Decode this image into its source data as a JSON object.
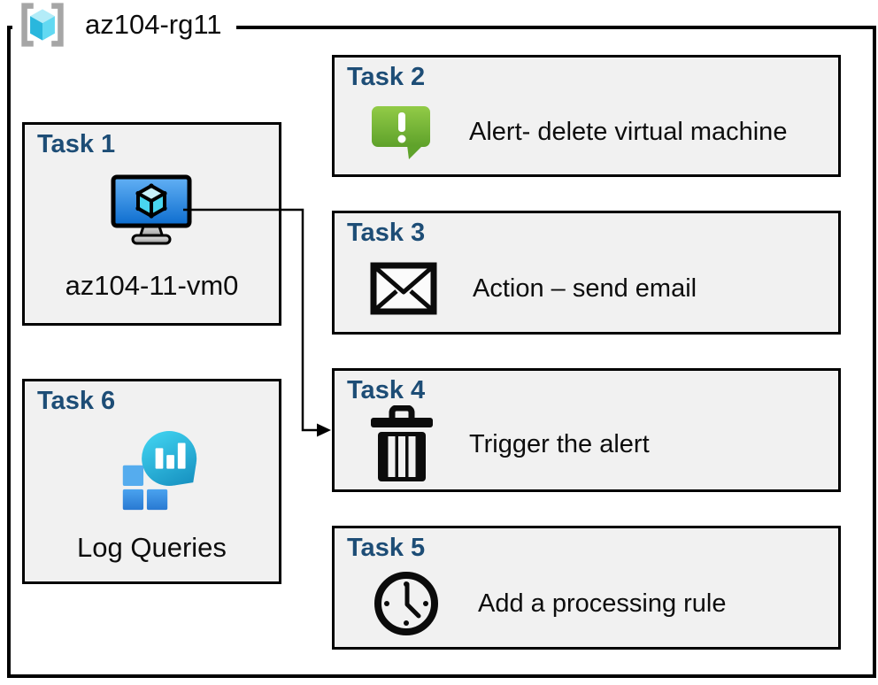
{
  "resource_group": {
    "name": "az104-rg11",
    "icon": "resource-group-icon"
  },
  "tasks": [
    {
      "title": "Task 1",
      "label": "az104-11-vm0",
      "icon": "virtual-machine-icon"
    },
    {
      "title": "Task 2",
      "label": "Alert- delete virtual machine",
      "icon": "alert-speech-bubble-icon"
    },
    {
      "title": "Task 3",
      "label": "Action – send email",
      "icon": "email-envelope-icon"
    },
    {
      "title": "Task 4",
      "label": "Trigger the alert",
      "icon": "trash-can-icon"
    },
    {
      "title": "Task 5",
      "label": "Add a processing rule",
      "icon": "clock-icon"
    },
    {
      "title": "Task 6",
      "label": "Log Queries",
      "icon": "log-analytics-icon"
    }
  ],
  "connector": {
    "from": "Task 1 virtual machine",
    "to": "Task 4 trigger the alert",
    "style": "elbow-arrow"
  },
  "colors": {
    "box_fill": "#f1f1f1",
    "box_border": "#000000",
    "task_title_blue": "#1d4d76",
    "alert_green_top": "#92cb47",
    "alert_green_bottom": "#5ea12a",
    "vm_screen_blue_top": "#63b1f5",
    "vm_screen_blue_bottom": "#0c6cce",
    "cube_cyan": "#49d6f0",
    "log_blob_teal_top": "#3fd0ee",
    "log_blob_teal_bottom": "#1690c0",
    "log_square_blue": "#2f86e0",
    "rg_bracket_gray": "#a6a6a6"
  }
}
